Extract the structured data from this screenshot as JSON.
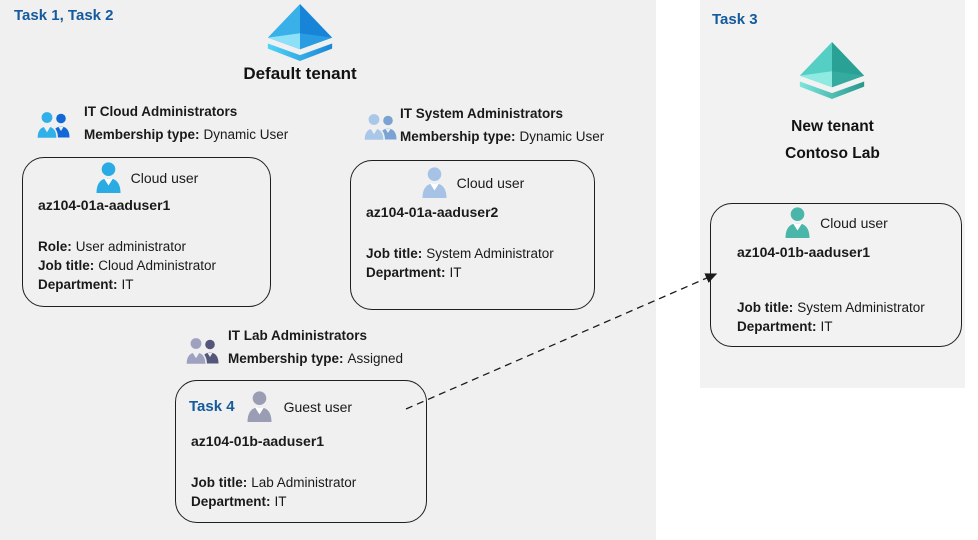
{
  "colors": {
    "task_label_blue": "#155a9c",
    "panel_left_gray": "#f0f0f0",
    "panel_right_gray": "#f2f2f2",
    "text_black": "#1a1a1a",
    "cloud_user_blue": "#2aabe4",
    "cloud_user_steel": "#a6c3e6",
    "guest_user_gray": "#9b9db4",
    "cloud_user_teal": "#4ab5a9",
    "group_cloud_front": "#2fb0e8",
    "group_cloud_back": "#1168d6",
    "group_system_front": "#a9c7e8",
    "group_system_back": "#7aa3d4",
    "group_lab_front": "#9fa1c0",
    "group_lab_back": "#55577a",
    "arrow_black": "#1a1a1a"
  },
  "left_panel": {
    "task_label": "Task 1, Task 2",
    "tenant_name": "Default tenant",
    "groups": [
      {
        "title": "IT Cloud Administrators",
        "membership_label": "Membership type:",
        "membership_value": "Dynamic User"
      },
      {
        "title": "IT System Administrators",
        "membership_label": "Membership type:",
        "membership_value": "Dynamic User"
      },
      {
        "title": "IT Lab Administrators",
        "membership_label": "Membership type:",
        "membership_value": "Assigned"
      }
    ],
    "cards": [
      {
        "user_type": "Cloud user",
        "name": "az104-01a-aaduser1",
        "details": [
          {
            "label": "Role:",
            "value": "User administrator"
          },
          {
            "label": "Job title:",
            "value": "Cloud Administrator"
          },
          {
            "label": "Department:",
            "value": "IT"
          }
        ]
      },
      {
        "user_type": "Cloud user",
        "name": "az104-01a-aaduser2",
        "details": [
          {
            "label": "Job title:",
            "value": "System Administrator"
          },
          {
            "label": "Department:",
            "value": "IT"
          }
        ]
      },
      {
        "task_label": "Task 4",
        "user_type": "Guest user",
        "name": "az104-01b-aaduser1",
        "details": [
          {
            "label": "Job title:",
            "value": "Lab Administrator"
          },
          {
            "label": "Department:",
            "value": "IT"
          }
        ]
      }
    ]
  },
  "right_panel": {
    "task_label": "Task 3",
    "tenant_name_line1": "New tenant",
    "tenant_name_line2": "Contoso Lab",
    "card": {
      "user_type": "Cloud user",
      "name": "az104-01b-aaduser1",
      "details": [
        {
          "label": "Job title:",
          "value": "System Administrator"
        },
        {
          "label": "Department:",
          "value": "IT"
        }
      ]
    }
  }
}
